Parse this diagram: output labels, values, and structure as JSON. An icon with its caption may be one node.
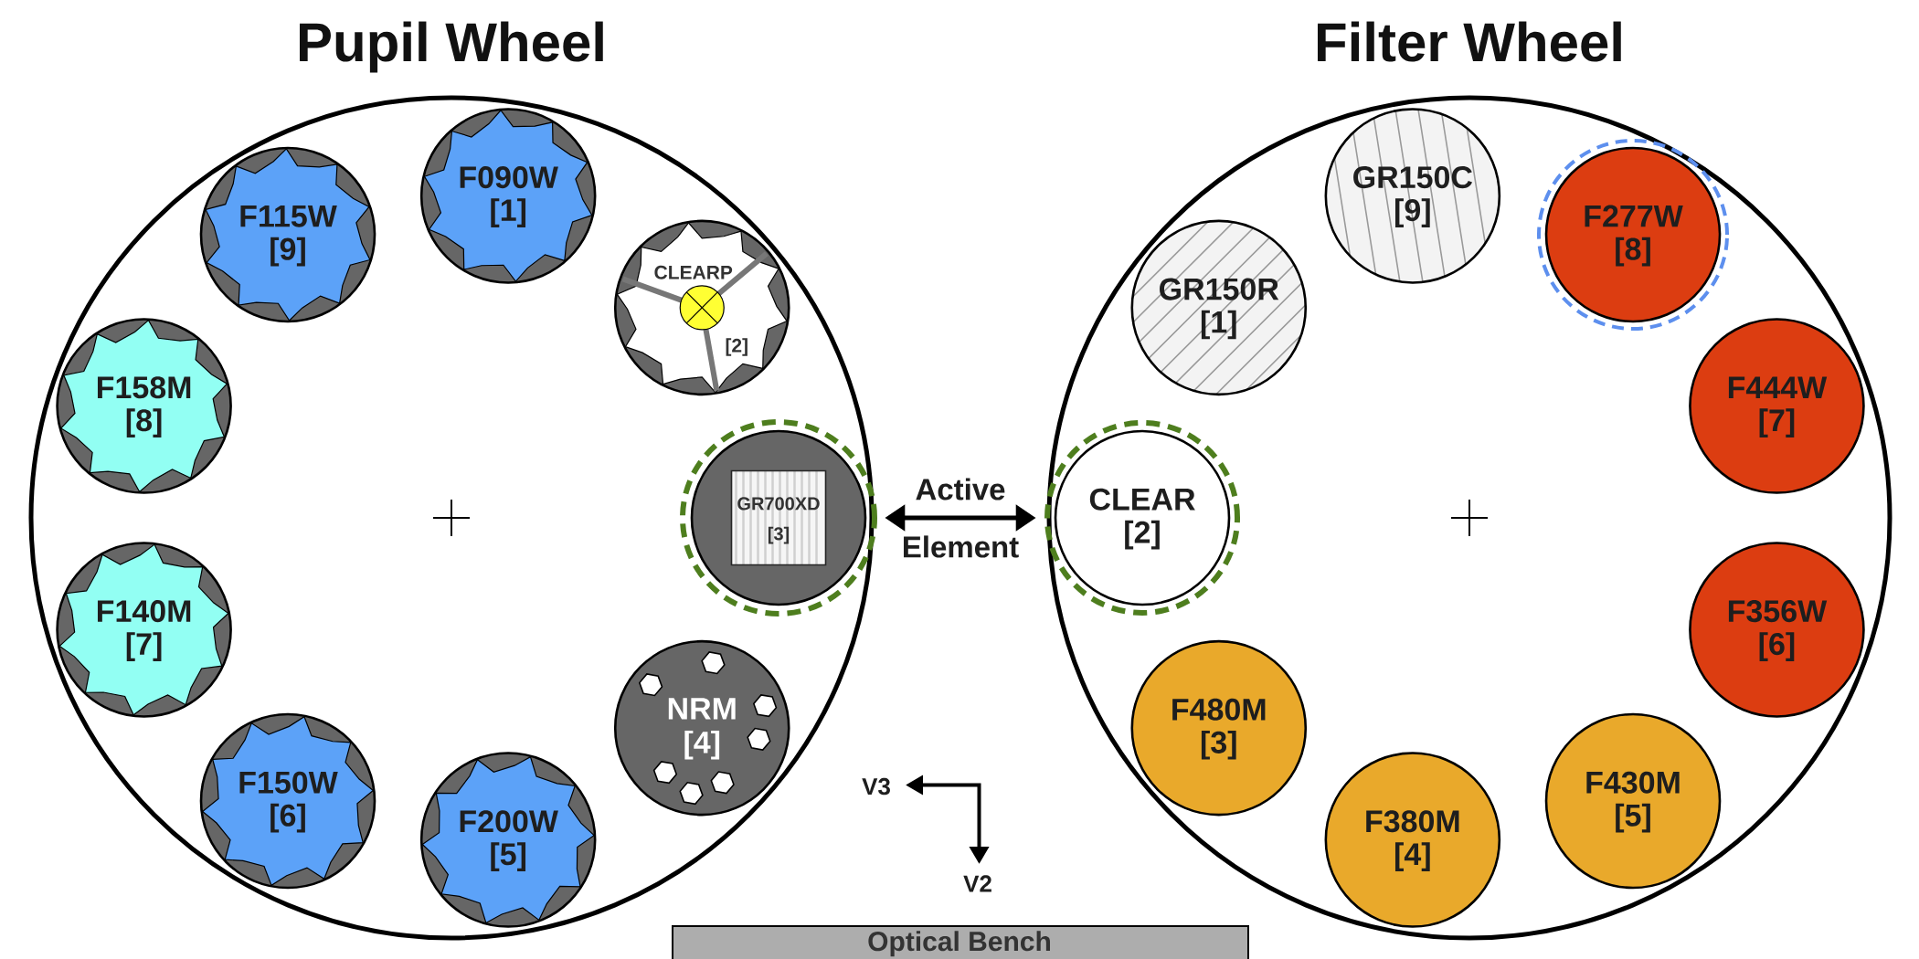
{
  "diagram": {
    "nodes": [
      {
        "text": [
          "Pupil Wheel"
        ]
      },
      {
        "text": [
          "F090W",
          "[1]"
        ],
        "in": 0
      },
      {
        "text": [
          "CLEARP",
          "[2]"
        ],
        "in": 0
      },
      {
        "text": [
          "GR700XD",
          "[3]"
        ],
        "in": 0
      },
      {
        "text": [
          "NRM",
          "[4]"
        ],
        "in": 0
      },
      {
        "text": [
          "F200W",
          "[5]"
        ],
        "in": 0
      },
      {
        "text": [
          "F150W",
          "[6]"
        ],
        "in": 0
      },
      {
        "text": [
          "F140M",
          "[7]"
        ],
        "in": 0
      },
      {
        "text": [
          "F158M",
          "[8]"
        ],
        "in": 0
      },
      {
        "text": [
          "F115W",
          "[9]"
        ],
        "in": 0
      },
      {
        "text": [
          "Filter Wheel"
        ]
      },
      {
        "text": [
          "GR150R",
          "[1]"
        ],
        "in": 10
      },
      {
        "text": [
          "CLEAR",
          "[2]"
        ],
        "in": 10
      },
      {
        "text": [
          "F480M",
          "[3]"
        ],
        "in": 10
      },
      {
        "text": [
          "F380M",
          "[4]"
        ],
        "in": 10
      },
      {
        "text": [
          "F430M",
          "[5]"
        ],
        "in": 10
      },
      {
        "text": [
          "F356W",
          "[6]"
        ],
        "in": 10
      },
      {
        "text": [
          "F444W",
          "[7]"
        ],
        "in": 10
      },
      {
        "text": [
          "F277W",
          "[8]"
        ],
        "in": 10
      },
      {
        "text": [
          "GR150C",
          "[9]"
        ],
        "in": 10
      },
      {
        "text": [
          "Optical Bench"
        ]
      }
    ],
    "edges": [
      {
        "from": 3,
        "to": 12,
        "arrow": "both",
        "label": "Active Element"
      }
    ],
    "labels": [
      "V3",
      "V2"
    ]
  }
}
